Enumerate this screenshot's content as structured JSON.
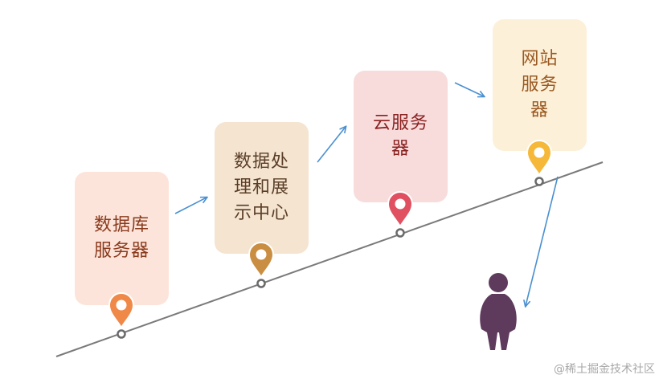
{
  "steps": [
    {
      "label": "数据库服务器",
      "color": "#f08848"
    },
    {
      "label": "数据处理和展示中心",
      "color": "#c98e42"
    },
    {
      "label": "云服务器",
      "color": "#e05060"
    },
    {
      "label": "网站服务器",
      "color": "#f5b838"
    }
  ],
  "colors": {
    "timeline": "#7a7a7a",
    "arrow": "#4a90d0",
    "person": "#5e3a5c"
  },
  "watermark": "@稀土掘金技术社区"
}
